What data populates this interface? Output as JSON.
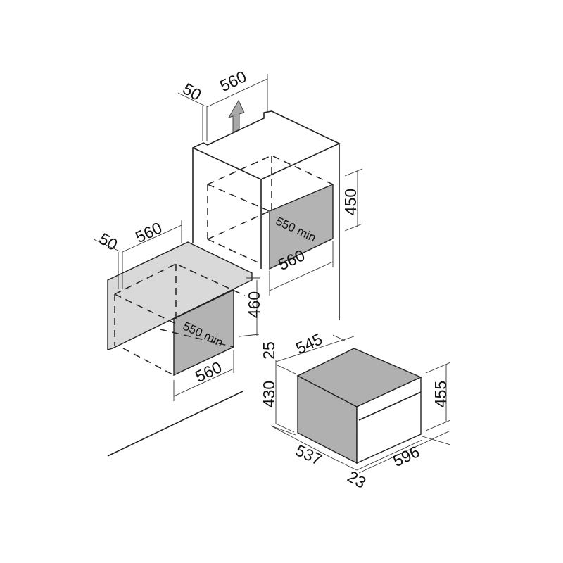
{
  "upper_niche": {
    "depth_gap": "50",
    "width_top": "560",
    "height": "450",
    "depth_min": "550 min",
    "width_bottom": "560"
  },
  "lower_niche": {
    "depth_gap": "50",
    "width_top": "560",
    "height": "460",
    "depth_min": "550 min",
    "width_bottom": "560"
  },
  "appliance": {
    "top_trim": "25",
    "depth_top": "545",
    "body_height": "430",
    "total_height": "455",
    "body_depth": "537",
    "front_width": "596",
    "front_thickness": "23"
  },
  "colors": {
    "niche_gray": "#b3b3b3",
    "counter_gray": "#d9d9d9",
    "appliance_gray": "#b0b0b0",
    "arrow_gray": "#a8a8a8"
  }
}
